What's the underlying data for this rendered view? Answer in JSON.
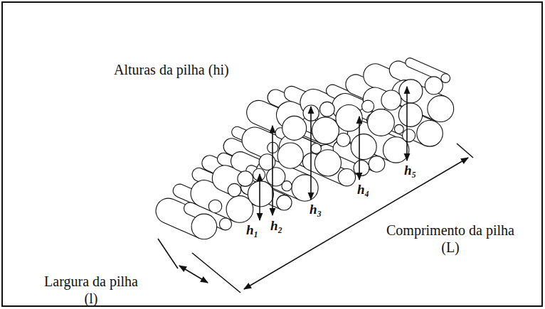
{
  "diagram": {
    "labels": [
      "Alturas da pilha (hi)",
      "h₁",
      "h₂",
      "h₃",
      "h₄",
      "h₅",
      "Comprimento da pilha (L)",
      "Largura da pilha (l)"
    ]
  }
}
